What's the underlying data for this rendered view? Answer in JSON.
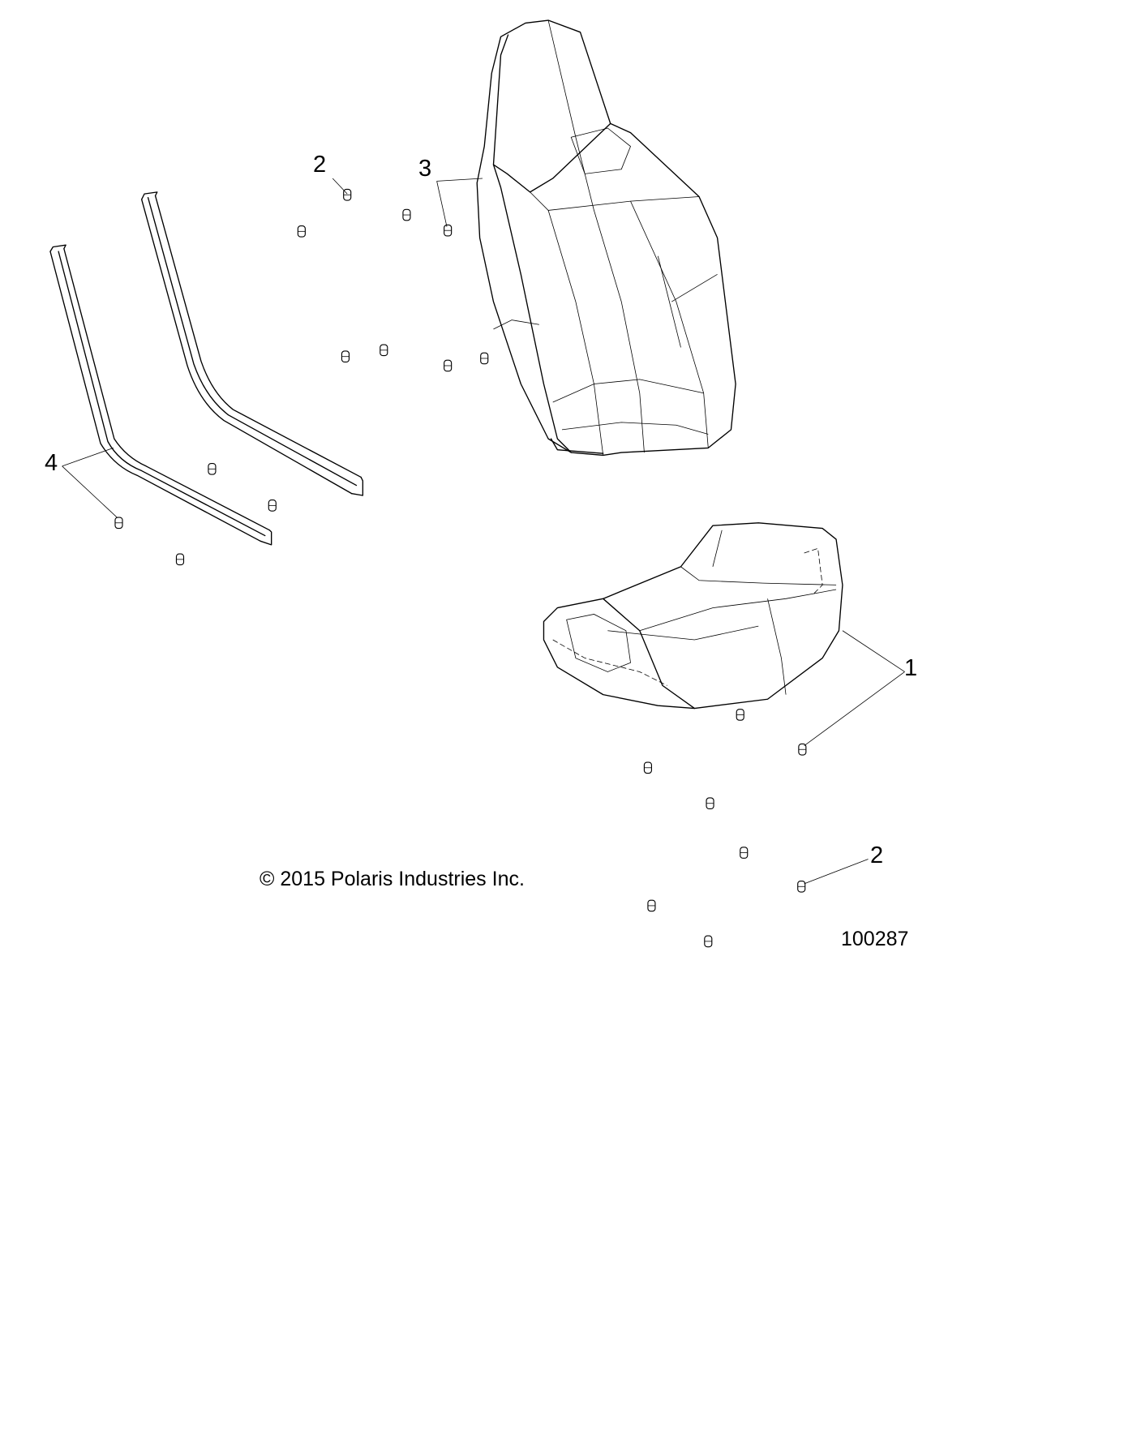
{
  "diagram": {
    "callouts": [
      {
        "number": "1",
        "part": "seat-bottom"
      },
      {
        "number": "2",
        "part": "push-pin-upper"
      },
      {
        "number": "3",
        "part": "seat-back"
      },
      {
        "number": "4",
        "part": "seat-rail"
      },
      {
        "number": "2",
        "part": "push-pin-lower"
      }
    ],
    "copyright": "© 2015 Polaris Industries Inc.",
    "diagram_id": "100287"
  }
}
